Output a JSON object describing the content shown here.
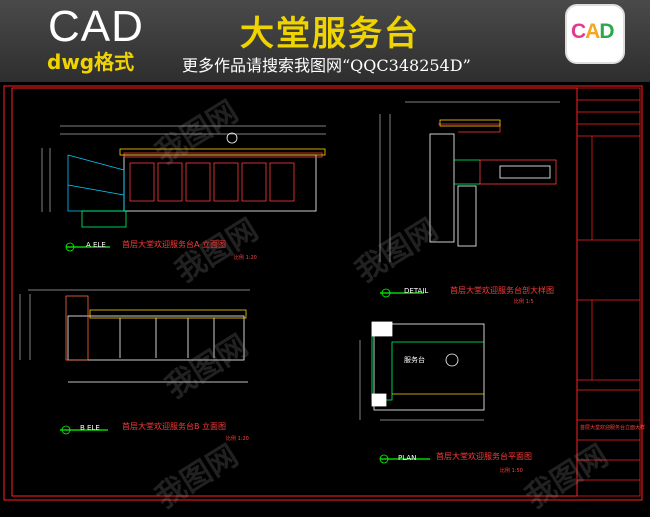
{
  "header": {
    "cad_label": "CAD",
    "format_label": "dwg格式",
    "title": "大堂服务台",
    "search_hint": "更多作品请搜索我图网“QQC348254D”"
  },
  "logo": {
    "c": "C",
    "a": "A",
    "d": "D"
  },
  "watermark": "我图网",
  "views": {
    "elevation_a": {
      "tag": "A ELE",
      "caption": "首层大堂欢迎服务台A 立面图",
      "scale": "比例 1:20"
    },
    "elevation_b": {
      "tag": "B ELE",
      "caption": "首层大堂欢迎服务台B 立面图",
      "scale": "比例 1:20"
    },
    "detail": {
      "tag": "DETAIL",
      "caption": "首层大堂欢迎服务台剖大样图",
      "scale": "比例 1:5"
    },
    "plan": {
      "tag": "PLAN",
      "caption": "首层大堂欢迎服务台平面图",
      "scale": "比例 1:50",
      "room_label": "服务台"
    }
  },
  "title_block": {
    "drawing_name": "首层大堂欢迎服务台立面大样"
  },
  "colors": {
    "frame": "#ff2020",
    "lines": "#ffffff",
    "accent": "#f0d400",
    "banner": "#3a3a3a"
  }
}
